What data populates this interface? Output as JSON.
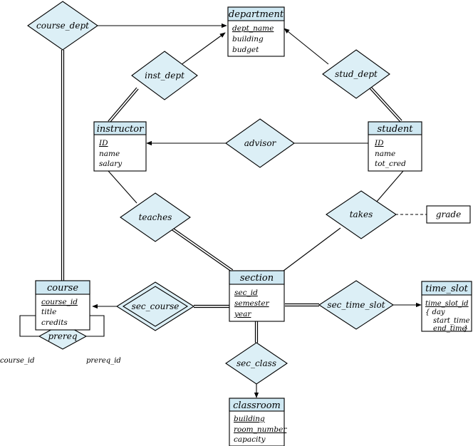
{
  "entities": {
    "department": {
      "title": "department",
      "attrs": [
        "dept_name",
        "building",
        "budget"
      ]
    },
    "instructor": {
      "title": "instructor",
      "attrs": [
        "ID",
        "name",
        "salary"
      ]
    },
    "student": {
      "title": "student",
      "attrs": [
        "ID",
        "name",
        "tot_cred"
      ]
    },
    "section": {
      "title": "section",
      "attrs": [
        "sec_id",
        "semester",
        "year"
      ]
    },
    "course": {
      "title": "course",
      "attrs": [
        "course_id",
        "title",
        "credits"
      ]
    },
    "time_slot": {
      "title": "time_slot",
      "attrs": [
        "time_slot_id",
        "{  day",
        "start_time",
        "end_time",
        "}"
      ]
    },
    "classroom": {
      "title": "classroom",
      "attrs": [
        "building",
        "room_number",
        "capacity"
      ]
    }
  },
  "relationships": {
    "course_dept": "course_dept",
    "inst_dept": "inst_dept",
    "stud_dept": "stud_dept",
    "advisor": "advisor",
    "teaches": "teaches",
    "takes": "takes",
    "sec_course": "sec_course",
    "sec_time_slot": "sec_time_slot",
    "sec_class": "sec_class",
    "prereq": "prereq"
  },
  "relationship_attribute": {
    "grade": "grade"
  },
  "roles": {
    "course_id": "course_id",
    "prereq_id": "prereq_id"
  },
  "colors": {
    "entity_header": "#cfe8f2",
    "relationship_fill": "#dceff6",
    "line": "#000000"
  }
}
